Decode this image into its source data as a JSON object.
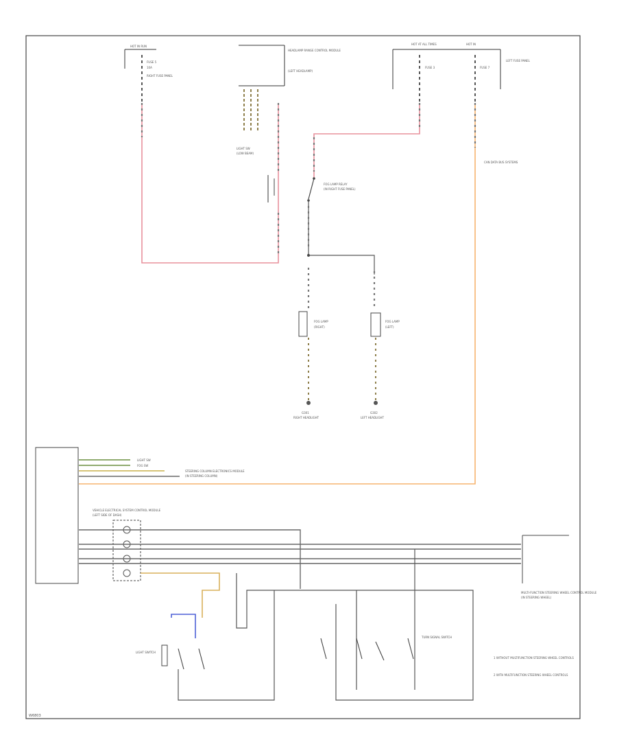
{
  "title": "",
  "labels": {
    "hot_in_run_left": "HOT IN RUN",
    "hot_at_all_times_right": "HOT AT ALL TIMES",
    "hot_right2": "HOT IN",
    "fuse_left": "FUSE 5",
    "fuse_left2": "10A",
    "fuse_right1": "FUSE 3",
    "fuse_right2": "FUSE 7",
    "fuse_box_left": "RIGHT FUSE PANEL",
    "fuse_box_right": "LEFT FUSE PANEL",
    "headlamp_module_top": "HEADLAMP RANGE CONTROL MODULE",
    "headlamp_module_sub": "(LEFT HEADLAMP)",
    "lamp_vcc": "LIGHT SW",
    "lamp_vcc2": "(LOW BEAM)",
    "relay_label": "FOG LAMP RELAY",
    "relay_label2": "(IN RIGHT FUSE PANEL)",
    "data_bus": "CAN DATA BUS SYSTEMS",
    "fog_right": "FOG LAMP",
    "fog_right2": "(RIGHT)",
    "fog_left": "FOG LAMP",
    "fog_left2": "(LEFT)",
    "ground_right": "G301",
    "ground_right2": "RIGHT HEADLIGHT",
    "ground_left": "G302",
    "ground_left2": "LEFT HEADLIGHT",
    "module_left": "STEERING COLUMN ELECTRONICS MODULE",
    "module_left2": "(IN STEERING COLUMN)",
    "module_mid": "VEHICLE ELECTRICAL SYSTEM CONTROL MODULE",
    "module_mid2": "(LEFT SIDE OF DASH)",
    "module_right": "MULTI-FUNCTION STEERING WHEEL CONTROL MODULE",
    "module_right2": "(IN STEERING WHEEL)",
    "switch_left": "LIGHT SWITCH",
    "switch_right": "TURN SIGNAL SWITCH",
    "note1": "1 WITHOUT MULTIFUNCTION STEERING WHEEL CONTROLS",
    "note2": "2 WITH MULTIFUNCTION STEERING WHEEL CONTROLS",
    "footer_code": "W6803"
  },
  "wire_colors": {
    "red_wire": "#e8909c",
    "orange_wire": "#f6b46e",
    "blue_wire": "#4b5fd6",
    "tan_wire": "#d9b05a",
    "black_wire": "#555555"
  }
}
